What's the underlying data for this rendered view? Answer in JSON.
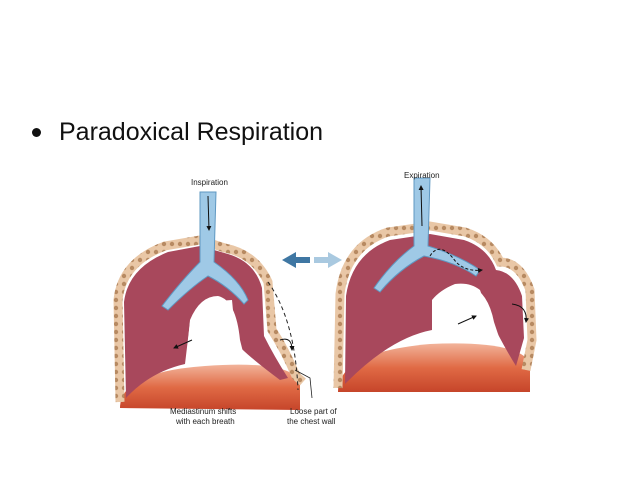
{
  "slide": {
    "bullet_text": "Paradoxical Respiration"
  },
  "diagram": {
    "label_inspiration": "Inspiration",
    "label_expiration": "Expiration",
    "label_mediastinum_line1": "Mediastinum shifts",
    "label_mediastinum_line2": "with each breath",
    "label_loose_line1": "Loose part of",
    "label_loose_line2": "the chest wall",
    "colors": {
      "lung": "#a8485c",
      "pleura": "#d98a78",
      "airway": "#9fc9e6",
      "diaphragm": "#d04a2a",
      "arrow": "#4f86b0"
    }
  }
}
